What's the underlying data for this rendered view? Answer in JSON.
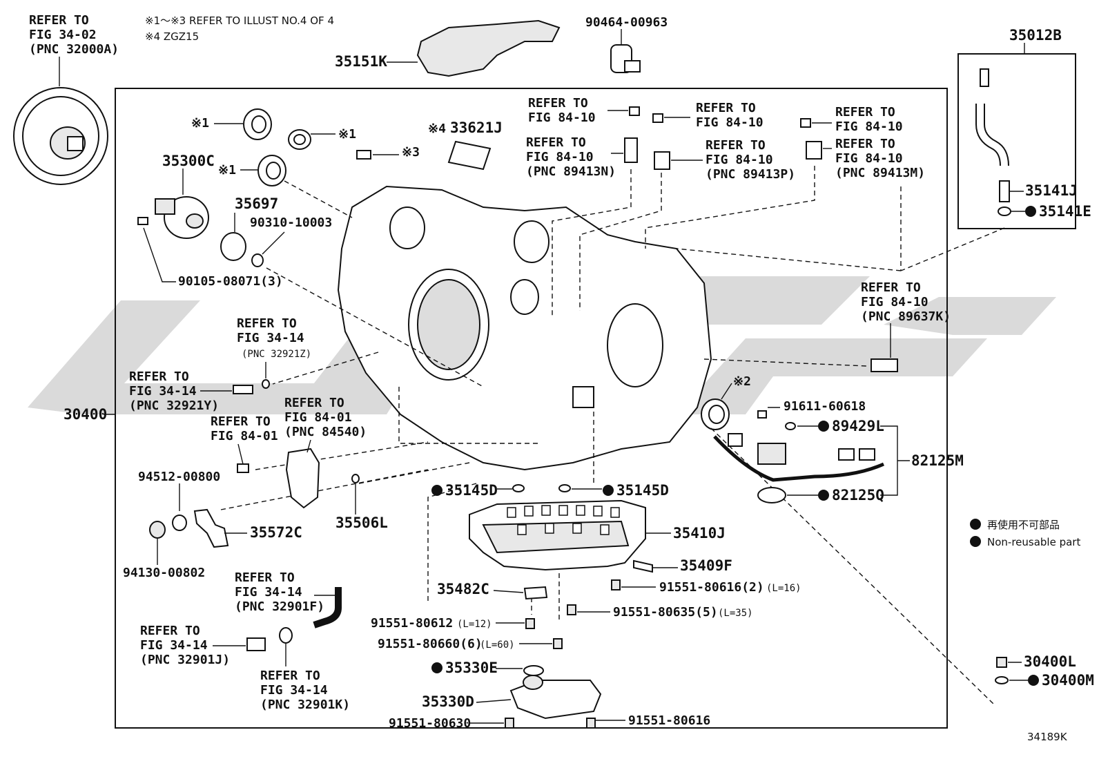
{
  "notes": {
    "refer_1_3": "※1～※3  REFER TO ILLUST NO.4 OF 4",
    "model_4": "※4 ZGZ15"
  },
  "legend": {
    "jp": "再使用不可部品",
    "en": "Non-reusable part"
  },
  "figure_id": "34189K",
  "marks": {
    "m1": "※1",
    "m2": "※2",
    "m3": "※3",
    "m4": "※4"
  },
  "refs": {
    "r32000a": [
      "REFER TO",
      "FIG 34-02",
      "(PNC 32000A)"
    ],
    "r84_10_a": [
      "REFER TO",
      "FIG 84-10"
    ],
    "r84_10_b": [
      "REFER TO",
      "FIG 84-10"
    ],
    "r84_10_c": [
      "REFER TO",
      "FIG 84-10"
    ],
    "r89413n": [
      "REFER TO",
      "FIG 84-10",
      "(PNC 89413N)"
    ],
    "r89413p": [
      "REFER TO",
      "FIG 84-10",
      "(PNC 89413P)"
    ],
    "r89413m": [
      "REFER TO",
      "FIG 84-10",
      "(PNC 89413M)"
    ],
    "r89637k": [
      "REFER TO",
      "FIG 84-10",
      "(PNC 89637K)"
    ],
    "r32921z": [
      "REFER TO",
      "FIG 34-14",
      "(PNC 32921Z)"
    ],
    "r32921y": [
      "REFER TO",
      "FIG 34-14",
      "(PNC 32921Y)"
    ],
    "r84_01": [
      "REFER TO",
      "FIG 84-01"
    ],
    "r84540": [
      "REFER TO",
      "FIG 84-01",
      "(PNC 84540)"
    ],
    "r32901f": [
      "REFER TO",
      "FIG 34-14",
      "(PNC 32901F)"
    ],
    "r32901j": [
      "REFER TO",
      "FIG 34-14",
      "(PNC 32901J)"
    ],
    "r32901k": [
      "REFER TO",
      "FIG 34-14",
      "(PNC 32901K)"
    ]
  },
  "parts": {
    "p35151k": "35151K",
    "p90464": "90464-00963",
    "p35012b": "35012B",
    "p35141j": "35141J",
    "p35141e": "35141E",
    "p33621j": "33621J",
    "p35300c": "35300C",
    "p35697": "35697",
    "p90310": "90310-10003",
    "p90105": "90105-08071(3)",
    "p30400": "30400",
    "p91611": "91611-60618",
    "p89429l": "89429L",
    "p82125m": "82125M",
    "p82125q": "82125Q",
    "p94512": "94512-00800",
    "p94130": "94130-00802",
    "p35572c": "35572C",
    "p35506l": "35506L",
    "p35145d_l": "35145D",
    "p35145d_r": "35145D",
    "p35410j": "35410J",
    "p35409f": "35409F",
    "p35482c": "35482C",
    "p91551_616_2": "91551-80616(2)",
    "p91551_616_2_len": "(L=16)",
    "p91551_635": "91551-80635(5)",
    "p91551_635_len": "(L=35)",
    "p91551_612": "91551-80612",
    "p91551_612_len": "(L=12)",
    "p91551_660": "91551-80660(6)",
    "p91551_660_len": "(L=60)",
    "p35330e": "35330E",
    "p35330d": "35330D",
    "p91551_630": "91551-80630",
    "p91551_616": "91551-80616",
    "p30400l": "30400L",
    "p30400m": "30400M"
  }
}
